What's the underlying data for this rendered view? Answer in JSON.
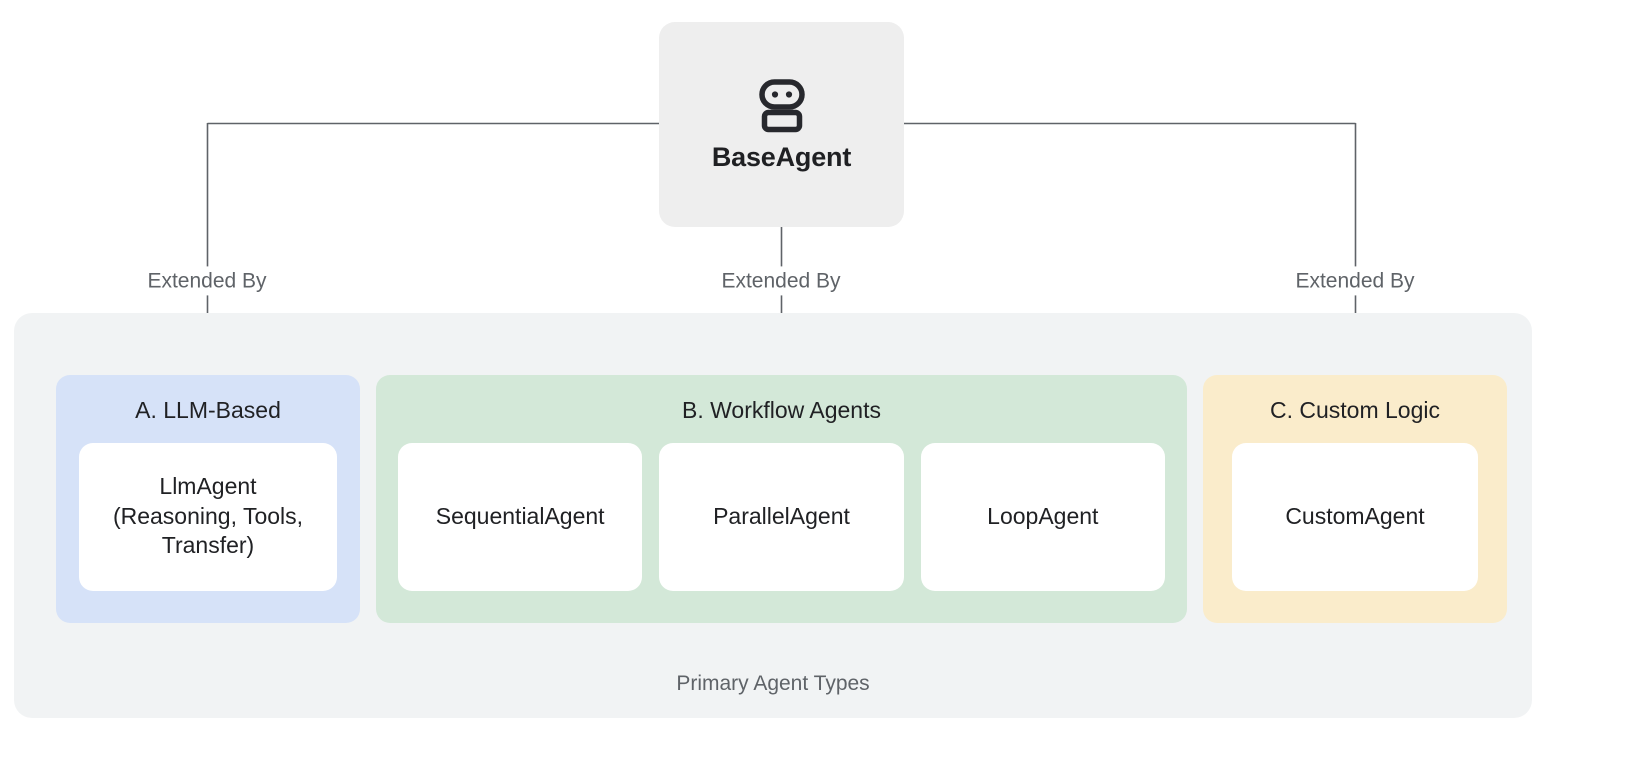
{
  "diagram": {
    "root": {
      "label": "BaseAgent",
      "icon": "robot-icon",
      "background": "#eeeeee"
    },
    "edges": [
      {
        "label": "Extended By",
        "target": "A. LLM-Based"
      },
      {
        "label": "Extended By",
        "target": "B. Workflow Agents"
      },
      {
        "label": "Extended By",
        "target": "C. Custom Logic"
      }
    ],
    "edge_color": "#5f6368",
    "group": {
      "caption": "Primary Agent Types",
      "background": "#f1f3f4"
    },
    "categories": [
      {
        "id": "A",
        "title": "A. LLM-Based",
        "background": "#d6e2f8",
        "cards": [
          {
            "label": "LlmAgent\n(Reasoning, Tools,\nTransfer)"
          }
        ]
      },
      {
        "id": "B",
        "title": "B. Workflow Agents",
        "background": "#d3e8d8",
        "cards": [
          {
            "label": "SequentialAgent"
          },
          {
            "label": "ParallelAgent"
          },
          {
            "label": "LoopAgent"
          }
        ]
      },
      {
        "id": "C",
        "title": "C. Custom Logic",
        "background": "#faeccb",
        "cards": [
          {
            "label": "CustomAgent"
          }
        ]
      }
    ]
  }
}
